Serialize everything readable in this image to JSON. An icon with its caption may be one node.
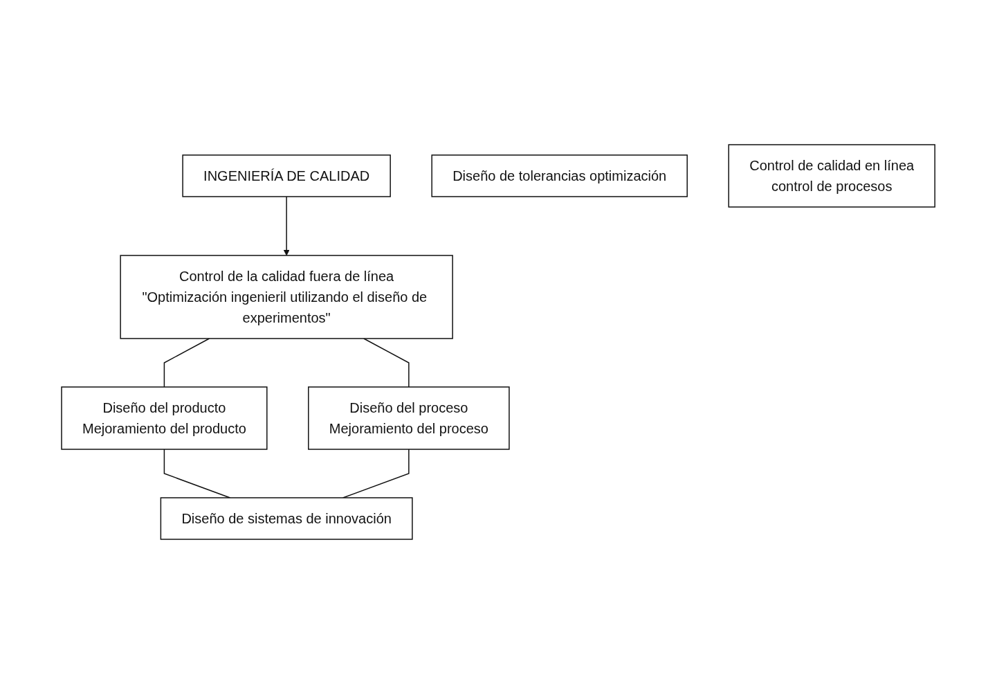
{
  "diagram": {
    "nodes": [
      {
        "text": [
          "INGENIERÍA DE CALIDAD"
        ]
      },
      {
        "text": [
          "Control de la calidad fuera de línea",
          "\"Optimización ingenieril utilizando el diseño de experimentos\""
        ]
      },
      {
        "text": [
          "Diseño del producto",
          "Mejoramiento del producto"
        ]
      },
      {
        "text": [
          "Diseño del proceso",
          "Mejoramiento del proceso"
        ]
      },
      {
        "text": [
          "Diseño de sistemas de innovación"
        ]
      },
      {
        "text": [
          "Diseño de tolerancias optimización"
        ]
      },
      {
        "text": [
          "Control de calidad en línea",
          "control de procesos"
        ]
      }
    ],
    "edges": [
      {
        "from": 0,
        "to": 1,
        "arrow": "to"
      },
      {
        "from": 1,
        "to": 2,
        "arrow": "none"
      },
      {
        "from": 1,
        "to": 3,
        "arrow": "none"
      },
      {
        "from": 2,
        "to": 4,
        "arrow": "none"
      },
      {
        "from": 3,
        "to": 4,
        "arrow": "none"
      }
    ]
  }
}
